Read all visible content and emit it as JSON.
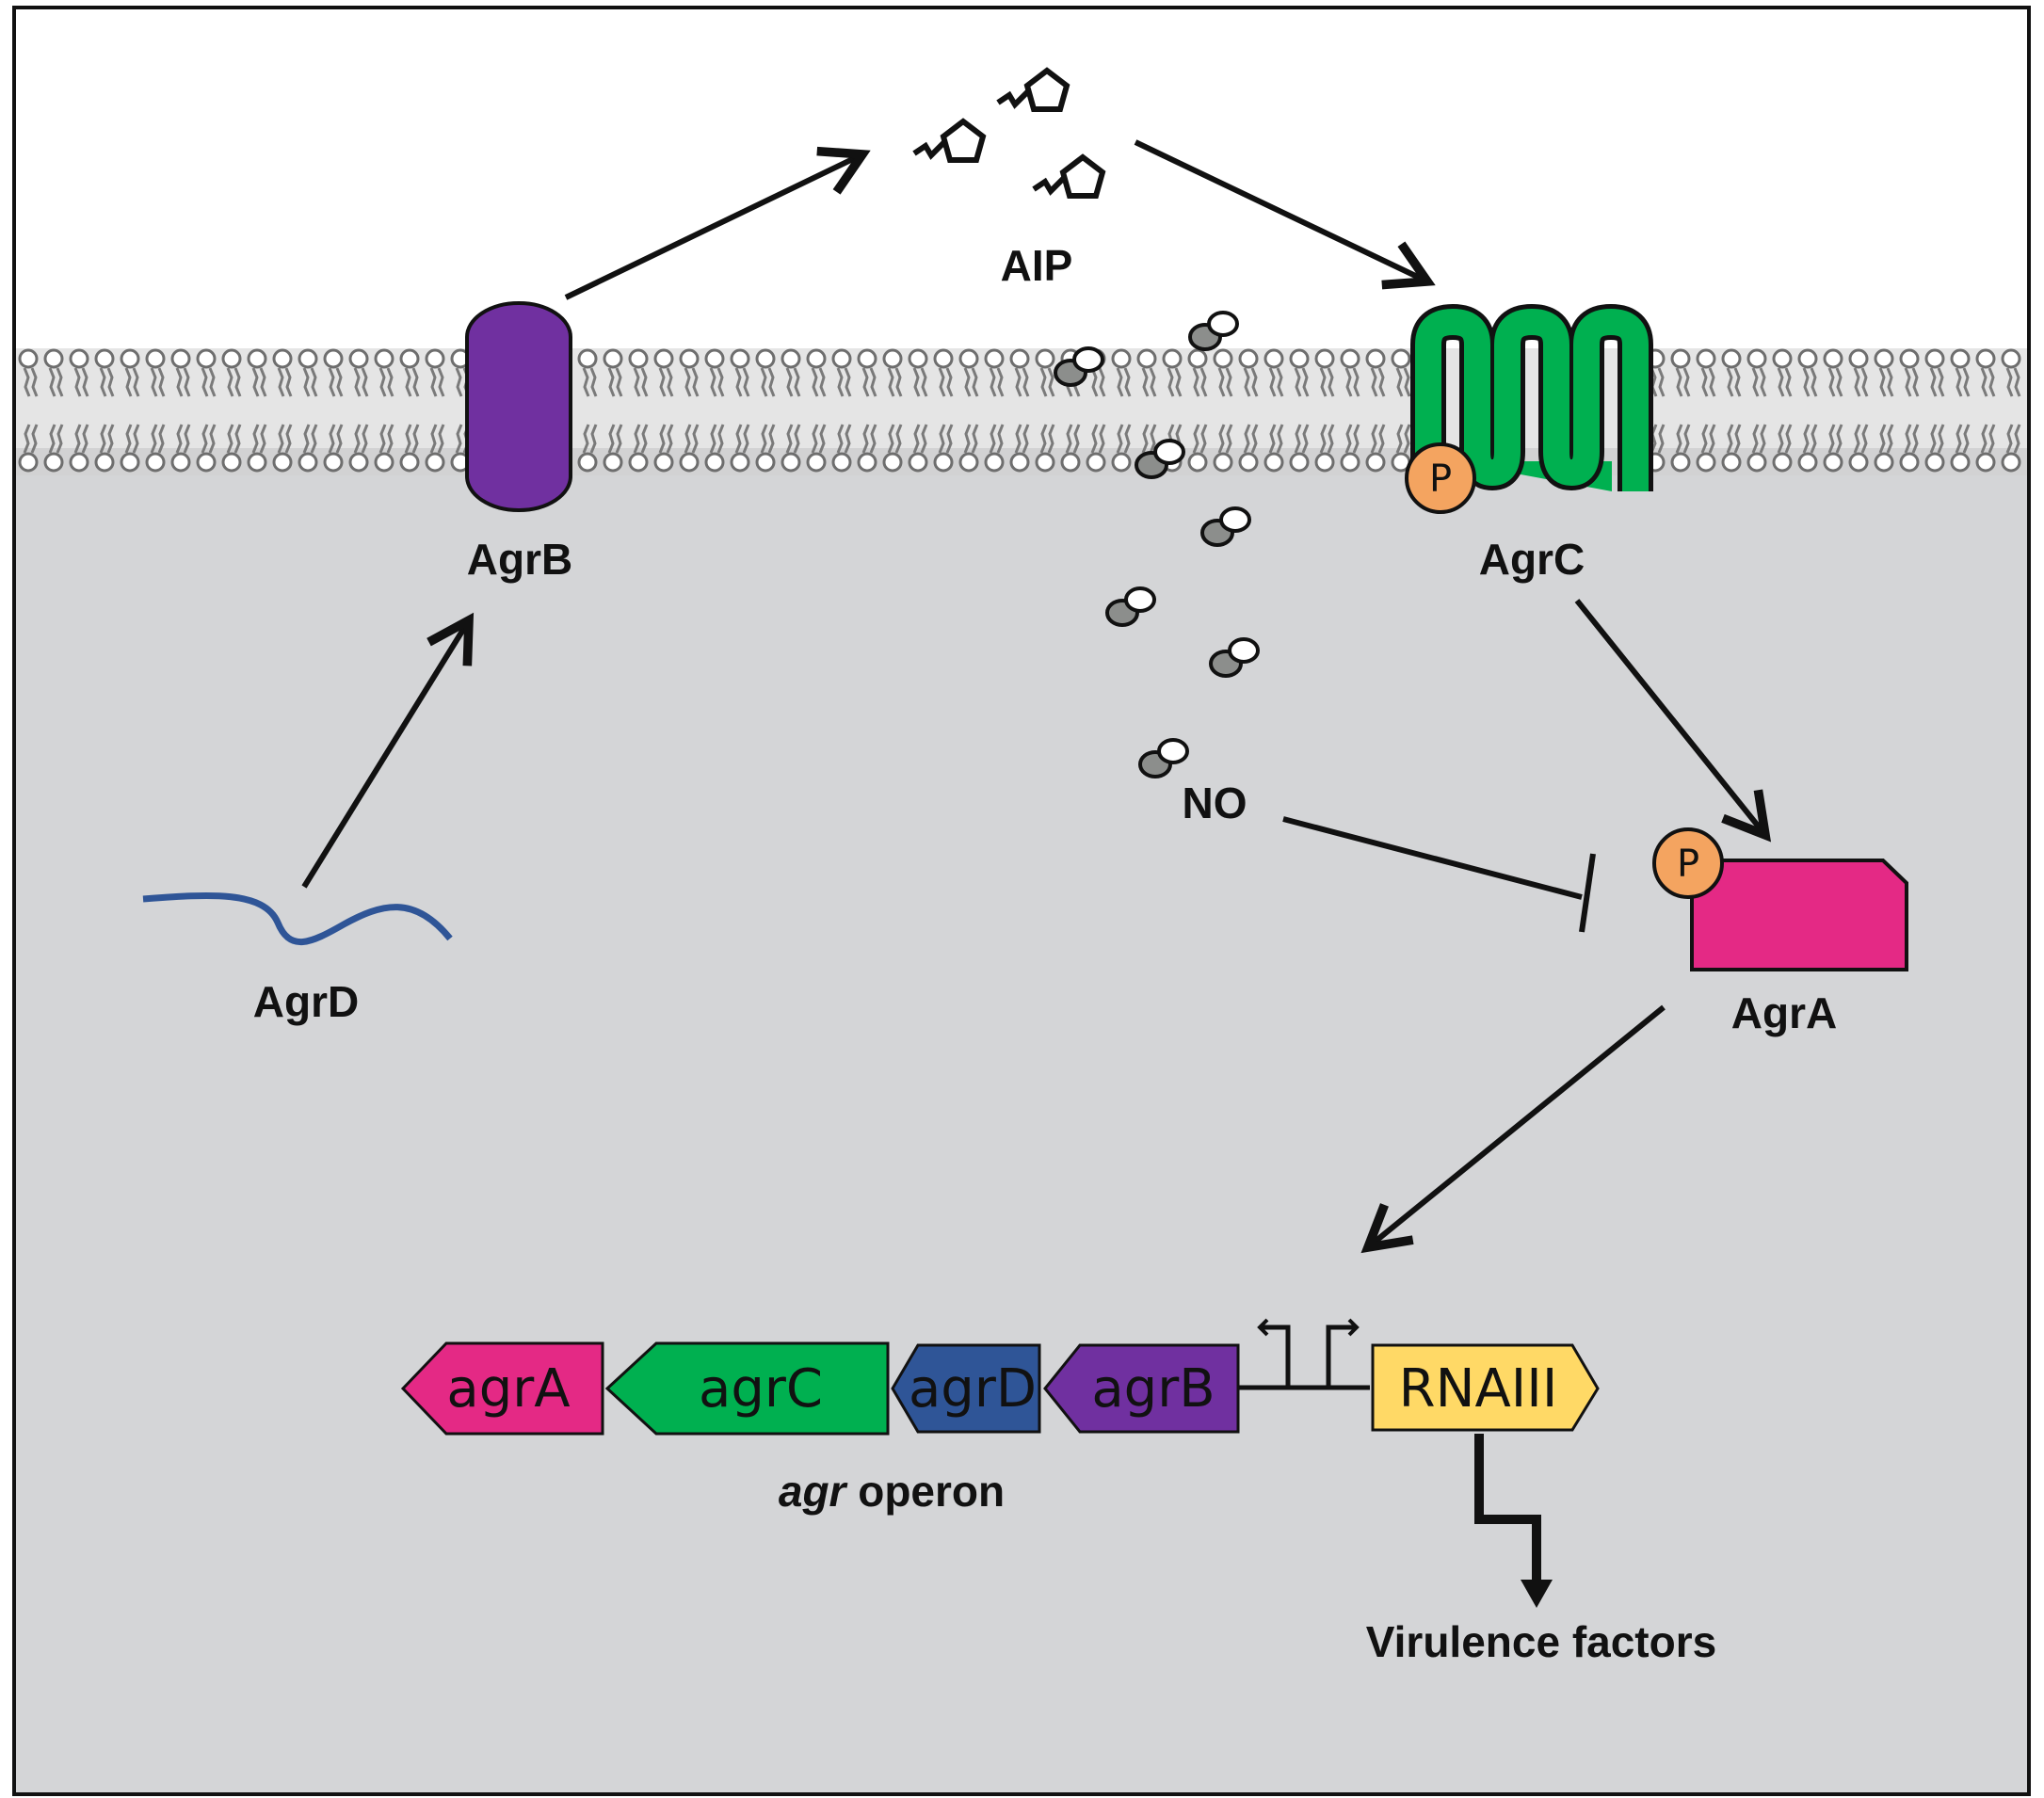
{
  "labels": {
    "aip": "AIP",
    "agrb": "AgrB",
    "agrc": "AgrC",
    "agrd": "AgrD",
    "agra": "AgrA",
    "no": "NO",
    "operon_italic": "agr",
    "operon_rest": " operon",
    "virulence": "Virulence factors"
  },
  "phospho": {
    "agrc": "P",
    "agra": "P"
  },
  "genes": {
    "agrA": "agrA",
    "agrC": "agrC",
    "agrD": "agrD",
    "agrB": "agrB",
    "rnaiii": "RNAIII"
  },
  "colors": {
    "background": "#d4d5d7",
    "agrb": "#7030a0",
    "agrc": "#00b050",
    "agra": "#e42985",
    "agrd_strand": "#2f5597",
    "gene_agrD": "#2f5597",
    "rnaiii": "#ffd966",
    "phosphate": "#f4a460",
    "no_dark": "#8c8e8c"
  }
}
